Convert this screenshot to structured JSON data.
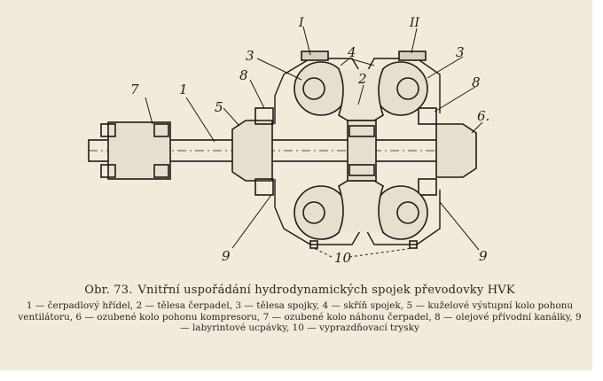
{
  "figure": {
    "callouts": [
      "7",
      "1",
      "3",
      "I",
      "4",
      "II",
      "3",
      "8",
      "2",
      "8",
      "5",
      "6.",
      "9",
      "10",
      "9"
    ]
  },
  "caption": {
    "number": "Obr. 73.",
    "title": "Vnitřní uspořádání hydrodynamických spojek převodovky HVK",
    "legend": "1 — čerpadlový hřídel, 2 — tělesa čerpadel, 3 — tělesa spojky, 4 — skříň spojek, 5 — kuželové výstupní kolo pohonu ventilátoru, 6 — ozubené kolo pohonu kompresoru, 7 — ozubené kolo náhonu čerpadel, 8 — olejové přívodní kanálky, 9 — labyrintové ucpávky, 10 — vyprazdňovací trysky"
  }
}
